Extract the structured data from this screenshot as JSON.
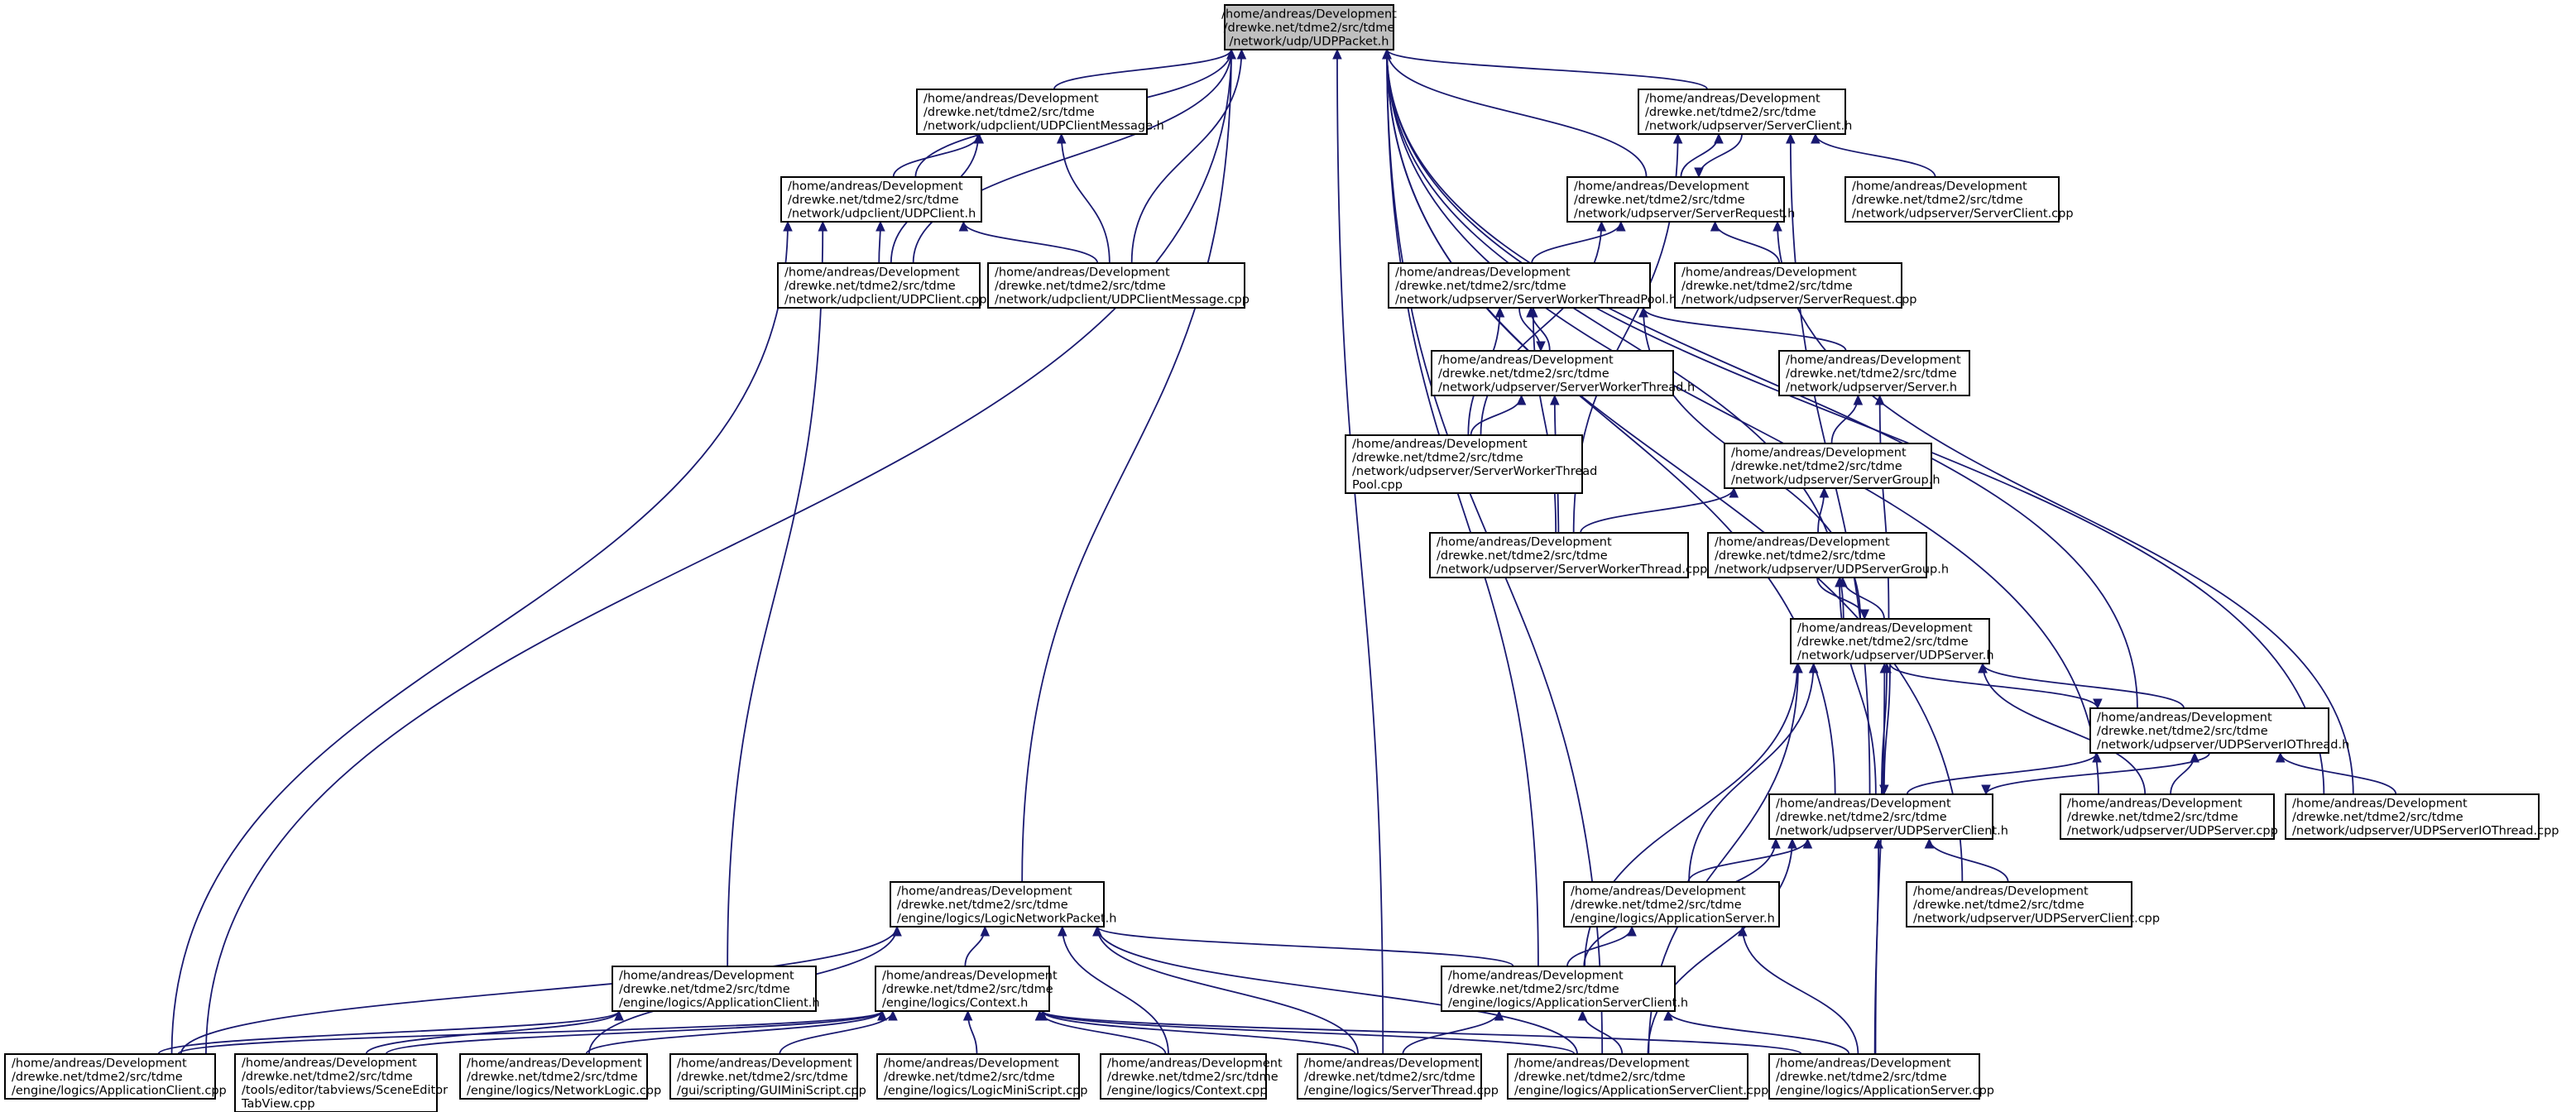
{
  "nodes": [
    {
      "id": "udppacket_h",
      "lines": [
        "/home/andreas/Development",
        "/drewke.net/tdme2/src/tdme",
        "/network/udp/UDPPacket.h"
      ],
      "root": true
    },
    {
      "id": "udpclientmessage_h",
      "lines": [
        "/home/andreas/Development",
        "/drewke.net/tdme2/src/tdme",
        "/network/udpclient/UDPClientMessage.h"
      ]
    },
    {
      "id": "udpclient_h",
      "lines": [
        "/home/andreas/Development",
        "/drewke.net/tdme2/src/tdme",
        "/network/udpclient/UDPClient.h"
      ]
    },
    {
      "id": "udpclient_cpp",
      "lines": [
        "/home/andreas/Development",
        "/drewke.net/tdme2/src/tdme",
        "/network/udpclient/UDPClient.cpp"
      ]
    },
    {
      "id": "udpclientmessage_cpp",
      "lines": [
        "/home/andreas/Development",
        "/drewke.net/tdme2/src/tdme",
        "/network/udpclient/UDPClientMessage.cpp"
      ]
    },
    {
      "id": "serverclient_h",
      "lines": [
        "/home/andreas/Development",
        "/drewke.net/tdme2/src/tdme",
        "/network/udpserver/ServerClient.h"
      ]
    },
    {
      "id": "serverclient_cpp",
      "lines": [
        "/home/andreas/Development",
        "/drewke.net/tdme2/src/tdme",
        "/network/udpserver/ServerClient.cpp"
      ]
    },
    {
      "id": "serverrequest_h",
      "lines": [
        "/home/andreas/Development",
        "/drewke.net/tdme2/src/tdme",
        "/network/udpserver/ServerRequest.h"
      ]
    },
    {
      "id": "serverrequest_cpp",
      "lines": [
        "/home/andreas/Development",
        "/drewke.net/tdme2/src/tdme",
        "/network/udpserver/ServerRequest.cpp"
      ]
    },
    {
      "id": "serverworkerthreadpool_h",
      "lines": [
        "/home/andreas/Development",
        "/drewke.net/tdme2/src/tdme",
        "/network/udpserver/ServerWorkerThreadPool.h"
      ]
    },
    {
      "id": "serverworkerthread_h",
      "lines": [
        "/home/andreas/Development",
        "/drewke.net/tdme2/src/tdme",
        "/network/udpserver/ServerWorkerThread.h"
      ]
    },
    {
      "id": "server_h",
      "lines": [
        "/home/andreas/Development",
        "/drewke.net/tdme2/src/tdme",
        "/network/udpserver/Server.h"
      ]
    },
    {
      "id": "serverworkerthreadpool_cpp",
      "lines": [
        "/home/andreas/Development",
        "/drewke.net/tdme2/src/tdme",
        "/network/udpserver/ServerWorkerThread",
        "Pool.cpp"
      ]
    },
    {
      "id": "servergroup_h",
      "lines": [
        "/home/andreas/Development",
        "/drewke.net/tdme2/src/tdme",
        "/network/udpserver/ServerGroup.h"
      ]
    },
    {
      "id": "serverworkerthread_cpp",
      "lines": [
        "/home/andreas/Development",
        "/drewke.net/tdme2/src/tdme",
        "/network/udpserver/ServerWorkerThread.cpp"
      ]
    },
    {
      "id": "udpservergroup_h",
      "lines": [
        "/home/andreas/Development",
        "/drewke.net/tdme2/src/tdme",
        "/network/udpserver/UDPServerGroup.h"
      ]
    },
    {
      "id": "udpserver_h",
      "lines": [
        "/home/andreas/Development",
        "/drewke.net/tdme2/src/tdme",
        "/network/udpserver/UDPServer.h"
      ]
    },
    {
      "id": "udpserveriothread_h",
      "lines": [
        "/home/andreas/Development",
        "/drewke.net/tdme2/src/tdme",
        "/network/udpserver/UDPServerIOThread.h"
      ]
    },
    {
      "id": "udpserverclient_h",
      "lines": [
        "/home/andreas/Development",
        "/drewke.net/tdme2/src/tdme",
        "/network/udpserver/UDPServerClient.h"
      ]
    },
    {
      "id": "udpserver_cpp",
      "lines": [
        "/home/andreas/Development",
        "/drewke.net/tdme2/src/tdme",
        "/network/udpserver/UDPServer.cpp"
      ]
    },
    {
      "id": "udpserveriothread_cpp",
      "lines": [
        "/home/andreas/Development",
        "/drewke.net/tdme2/src/tdme",
        "/network/udpserver/UDPServerIOThread.cpp"
      ]
    },
    {
      "id": "udpserverclient_cpp",
      "lines": [
        "/home/andreas/Development",
        "/drewke.net/tdme2/src/tdme",
        "/network/udpserver/UDPServerClient.cpp"
      ]
    },
    {
      "id": "logicnetworkpacket_h",
      "lines": [
        "/home/andreas/Development",
        "/drewke.net/tdme2/src/tdme",
        "/engine/logics/LogicNetworkPacket.h"
      ]
    },
    {
      "id": "applicationserver_h",
      "lines": [
        "/home/andreas/Development",
        "/drewke.net/tdme2/src/tdme",
        "/engine/logics/ApplicationServer.h"
      ]
    },
    {
      "id": "applicationclient_h",
      "lines": [
        "/home/andreas/Development",
        "/drewke.net/tdme2/src/tdme",
        "/engine/logics/ApplicationClient.h"
      ]
    },
    {
      "id": "context_h",
      "lines": [
        "/home/andreas/Development",
        "/drewke.net/tdme2/src/tdme",
        "/engine/logics/Context.h"
      ]
    },
    {
      "id": "applicationserverclient_h",
      "lines": [
        "/home/andreas/Development",
        "/drewke.net/tdme2/src/tdme",
        "/engine/logics/ApplicationServerClient.h"
      ]
    },
    {
      "id": "applicationclient_cpp",
      "lines": [
        "/home/andreas/Development",
        "/drewke.net/tdme2/src/tdme",
        "/engine/logics/ApplicationClient.cpp"
      ]
    },
    {
      "id": "sceneeditortabview_cpp",
      "lines": [
        "/home/andreas/Development",
        "/drewke.net/tdme2/src/tdme",
        "/tools/editor/tabviews/SceneEditor",
        "TabView.cpp"
      ]
    },
    {
      "id": "networklogic_cpp",
      "lines": [
        "/home/andreas/Development",
        "/drewke.net/tdme2/src/tdme",
        "/engine/logics/NetworkLogic.cpp"
      ]
    },
    {
      "id": "guiminiscript_cpp",
      "lines": [
        "/home/andreas/Development",
        "/drewke.net/tdme2/src/tdme",
        "/gui/scripting/GUIMiniScript.cpp"
      ]
    },
    {
      "id": "logicminiscript_cpp",
      "lines": [
        "/home/andreas/Development",
        "/drewke.net/tdme2/src/tdme",
        "/engine/logics/LogicMiniScript.cpp"
      ]
    },
    {
      "id": "context_cpp",
      "lines": [
        "/home/andreas/Development",
        "/drewke.net/tdme2/src/tdme",
        "/engine/logics/Context.cpp"
      ]
    },
    {
      "id": "serverthread_cpp",
      "lines": [
        "/home/andreas/Development",
        "/drewke.net/tdme2/src/tdme",
        "/engine/logics/ServerThread.cpp"
      ]
    },
    {
      "id": "applicationserverclient_cpp",
      "lines": [
        "/home/andreas/Development",
        "/drewke.net/tdme2/src/tdme",
        "/engine/logics/ApplicationServerClient.cpp"
      ]
    },
    {
      "id": "applicationserver_cpp",
      "lines": [
        "/home/andreas/Development",
        "/drewke.net/tdme2/src/tdme",
        "/engine/logics/ApplicationServer.cpp"
      ]
    }
  ],
  "edges": [
    [
      "udpclientmessage_h",
      "udppacket_h"
    ],
    [
      "udpclient_h",
      "udppacket_h"
    ],
    [
      "udpclient_cpp",
      "udppacket_h"
    ],
    [
      "udpclientmessage_cpp",
      "udppacket_h"
    ],
    [
      "serverclient_h",
      "udppacket_h"
    ],
    [
      "serverrequest_h",
      "udppacket_h"
    ],
    [
      "udpserver_h",
      "udppacket_h"
    ],
    [
      "udpserverclient_h",
      "udppacket_h"
    ],
    [
      "udpserveriothread_h",
      "udppacket_h"
    ],
    [
      "udpserver_cpp",
      "udppacket_h"
    ],
    [
      "udpserveriothread_cpp",
      "udppacket_h"
    ],
    [
      "udpserverclient_cpp",
      "udppacket_h"
    ],
    [
      "logicnetworkpacket_h",
      "udppacket_h"
    ],
    [
      "applicationclient_cpp",
      "udppacket_h"
    ],
    [
      "serverthread_cpp",
      "udppacket_h"
    ],
    [
      "applicationserverclient_h",
      "udppacket_h"
    ],
    [
      "applicationserverclient_cpp",
      "udppacket_h"
    ],
    [
      "udpclient_h",
      "udpclientmessage_h"
    ],
    [
      "udpclient_cpp",
      "udpclientmessage_h"
    ],
    [
      "udpclientmessage_cpp",
      "udpclientmessage_h"
    ],
    [
      "udpclient_cpp",
      "udpclient_h"
    ],
    [
      "udpclientmessage_cpp",
      "udpclient_h"
    ],
    [
      "applicationclient_h",
      "udpclient_h"
    ],
    [
      "applicationclient_cpp",
      "udpclient_h"
    ],
    [
      "serverrequest_h",
      "serverclient_h"
    ],
    [
      "serverclient_cpp",
      "serverclient_h"
    ],
    [
      "serverworkerthread_cpp",
      "serverclient_h"
    ],
    [
      "udpserverclient_h",
      "serverclient_h"
    ],
    [
      "serverclient_h",
      "serverrequest_h"
    ],
    [
      "serverworkerthreadpool_h",
      "serverrequest_h"
    ],
    [
      "serverrequest_cpp",
      "serverrequest_h"
    ],
    [
      "serverworkerthreadpool_cpp",
      "serverrequest_h"
    ],
    [
      "udpserveriothread_cpp",
      "serverrequest_h"
    ],
    [
      "serverworkerthread_h",
      "serverworkerthreadpool_h"
    ],
    [
      "server_h",
      "serverworkerthreadpool_h"
    ],
    [
      "serverworkerthreadpool_cpp",
      "serverworkerthreadpool_h"
    ],
    [
      "serverworkerthread_cpp",
      "serverworkerthreadpool_h"
    ],
    [
      "udpserver_h",
      "serverworkerthreadpool_h"
    ],
    [
      "serverworkerthreadpool_h",
      "serverworkerthread_h"
    ],
    [
      "serverworkerthreadpool_cpp",
      "serverworkerthread_h"
    ],
    [
      "serverworkerthread_cpp",
      "serverworkerthread_h"
    ],
    [
      "servergroup_h",
      "server_h"
    ],
    [
      "udpserver_h",
      "server_h"
    ],
    [
      "serverworkerthread_cpp",
      "servergroup_h"
    ],
    [
      "udpservergroup_h",
      "servergroup_h"
    ],
    [
      "udpserver_h",
      "udpservergroup_h"
    ],
    [
      "udpserverclient_h",
      "udpservergroup_h"
    ],
    [
      "udpservergroup_h",
      "udpserver_h"
    ],
    [
      "udpserveriothread_h",
      "udpserver_h"
    ],
    [
      "udpserverclient_h",
      "udpserver_h"
    ],
    [
      "udpserver_cpp",
      "udpserver_h"
    ],
    [
      "applicationserver_h",
      "udpserver_h"
    ],
    [
      "applicationserverclient_h",
      "udpserver_h"
    ],
    [
      "applicationserverclient_cpp",
      "udpserver_h"
    ],
    [
      "applicationserver_cpp",
      "udpserver_h"
    ],
    [
      "udpserver_h",
      "udpserveriothread_h"
    ],
    [
      "udpserverclient_h",
      "udpserveriothread_h"
    ],
    [
      "udpserver_cpp",
      "udpserveriothread_h"
    ],
    [
      "udpserveriothread_cpp",
      "udpserveriothread_h"
    ],
    [
      "udpserver_h",
      "udpserverclient_h"
    ],
    [
      "udpserveriothread_h",
      "udpserverclient_h"
    ],
    [
      "udpserverclient_cpp",
      "udpserverclient_h"
    ],
    [
      "applicationserver_h",
      "udpserverclient_h"
    ],
    [
      "applicationserverclient_h",
      "udpserverclient_h"
    ],
    [
      "applicationserverclient_cpp",
      "udpserverclient_h"
    ],
    [
      "applicationserver_cpp",
      "udpserverclient_h"
    ],
    [
      "applicationserverclient_h",
      "applicationserver_h"
    ],
    [
      "applicationserver_cpp",
      "applicationserver_h"
    ],
    [
      "applicationserverclient_h",
      "logicnetworkpacket_h"
    ],
    [
      "context_h",
      "logicnetworkpacket_h"
    ],
    [
      "applicationclient_cpp",
      "logicnetworkpacket_h"
    ],
    [
      "networklogic_cpp",
      "logicnetworkpacket_h"
    ],
    [
      "context_cpp",
      "logicnetworkpacket_h"
    ],
    [
      "serverthread_cpp",
      "logicnetworkpacket_h"
    ],
    [
      "applicationserverclient_cpp",
      "logicnetworkpacket_h"
    ],
    [
      "applicationclient_cpp",
      "applicationclient_h"
    ],
    [
      "sceneeditortabview_cpp",
      "applicationclient_h"
    ],
    [
      "applicationclient_cpp",
      "context_h"
    ],
    [
      "sceneeditortabview_cpp",
      "context_h"
    ],
    [
      "networklogic_cpp",
      "context_h"
    ],
    [
      "guiminiscript_cpp",
      "context_h"
    ],
    [
      "logicminiscript_cpp",
      "context_h"
    ],
    [
      "context_cpp",
      "context_h"
    ],
    [
      "serverthread_cpp",
      "context_h"
    ],
    [
      "applicationserverclient_cpp",
      "context_h"
    ],
    [
      "applicationserver_cpp",
      "context_h"
    ],
    [
      "serverthread_cpp",
      "applicationserverclient_h"
    ],
    [
      "applicationserverclient_cpp",
      "applicationserverclient_h"
    ],
    [
      "applicationserver_cpp",
      "applicationserverclient_h"
    ]
  ]
}
